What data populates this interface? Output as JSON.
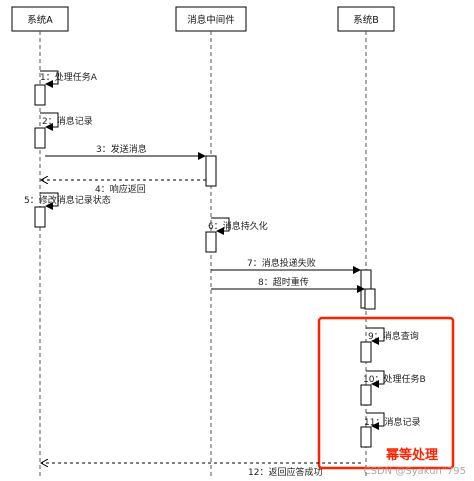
{
  "participants": {
    "system_a": "系统A",
    "middleware": "消息中间件",
    "system_b": "系统B"
  },
  "messages": [
    {
      "id": "m1",
      "label": "1：处理任务A"
    },
    {
      "id": "m2",
      "label": "2：消息记录"
    },
    {
      "id": "m3",
      "label": "3：发送消息"
    },
    {
      "id": "m4",
      "label": "4：响应返回"
    },
    {
      "id": "m5",
      "label": "5：修改消息记录状态"
    },
    {
      "id": "m6",
      "label": "6：消息持久化"
    },
    {
      "id": "m7",
      "label": "7：消息投递失败"
    },
    {
      "id": "m8",
      "label": "8：超时重传"
    },
    {
      "id": "m9",
      "label": "9：消息查询"
    },
    {
      "id": "m10",
      "label": "10：处理任务B"
    },
    {
      "id": "m11",
      "label": "11：消息记录"
    },
    {
      "id": "m12",
      "label": "12：返回应答成功"
    }
  ],
  "highlight": {
    "label": "幂等处理",
    "color": "#ff2200"
  },
  "watermark": "CSDN @Syakun°795"
}
